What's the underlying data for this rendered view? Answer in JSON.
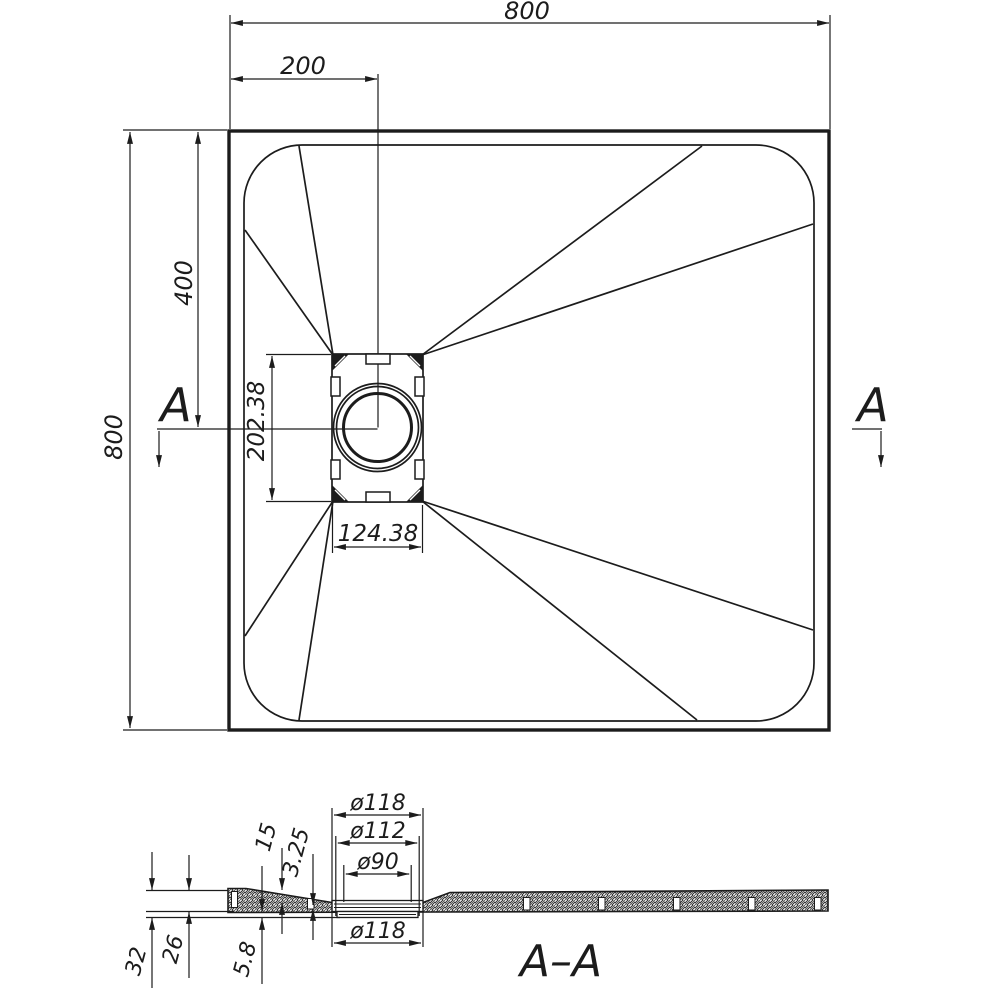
{
  "drawing": {
    "colors": {
      "line": "#1c1c1c",
      "background": "#ffffff"
    },
    "top_view": {
      "overall_width_dim": "800",
      "overall_height_dim": "800",
      "drain_offset_x_dim": "200",
      "drain_offset_y_dim": "400",
      "flange_height_dim": "202.38",
      "flange_width_dim": "124.38",
      "section_mark_left": "A",
      "section_mark_right": "A"
    },
    "section_view": {
      "label": "A–A",
      "dia_top_flange": "ø118",
      "dia_mid_flange": "ø112",
      "dia_drain_hole": "ø90",
      "dia_bottom_flange": "ø118",
      "edge_height_dim": "15",
      "min_thickness_dim": "3.25",
      "foot_height_dim": "5.8",
      "body_height_dim": "26",
      "total_height_dim": "32"
    }
  }
}
